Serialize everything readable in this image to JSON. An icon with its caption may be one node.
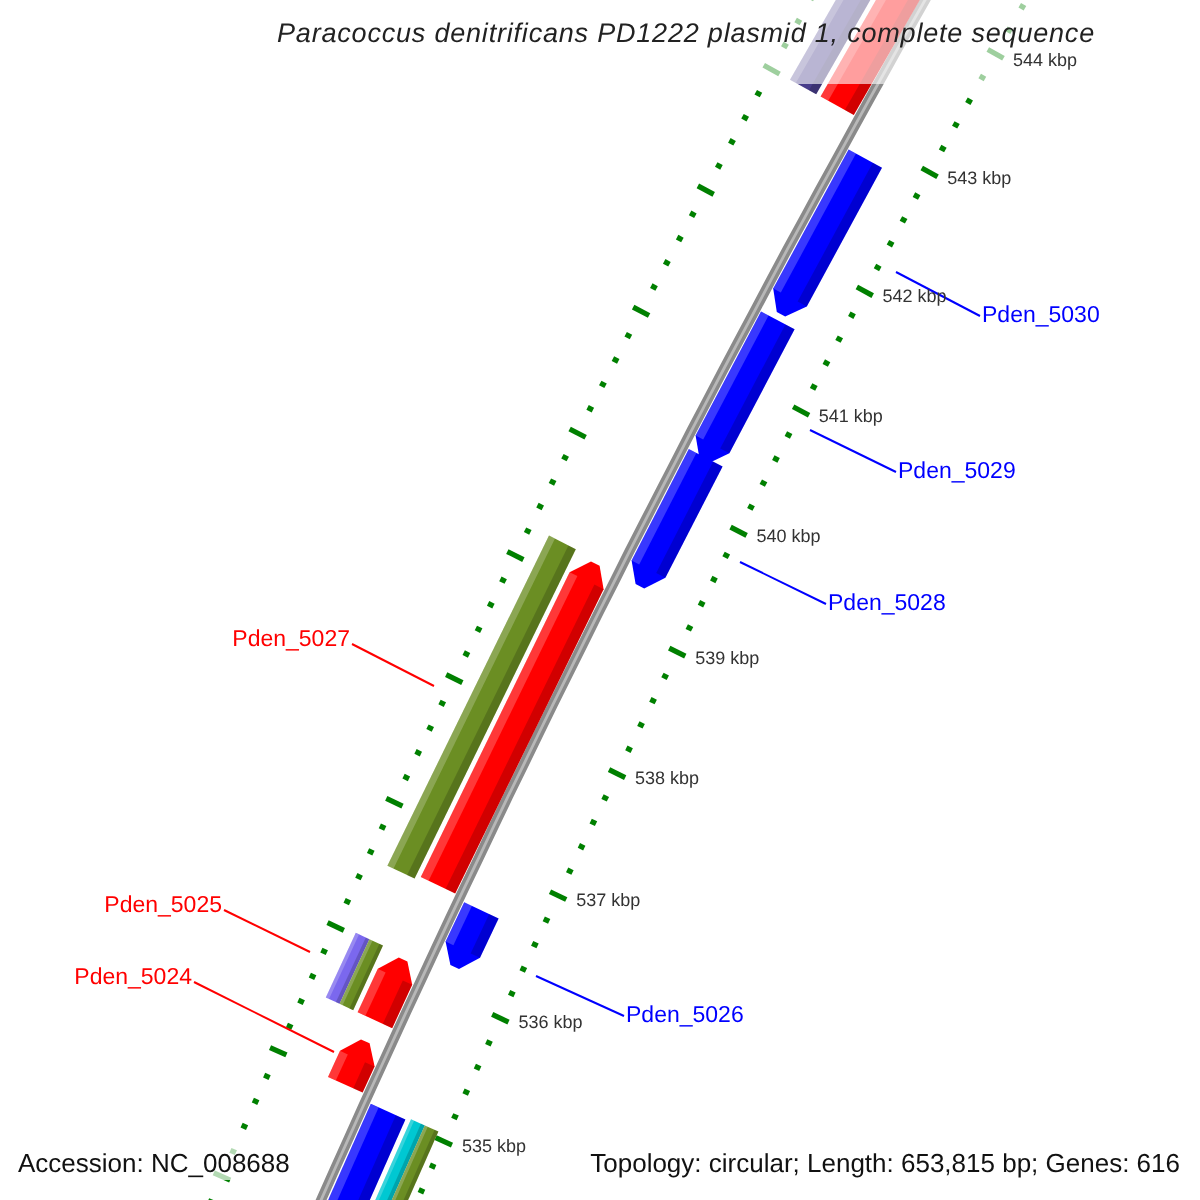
{
  "diagram": {
    "title": "Paracoccus denitrificans PD1222 plasmid 1, complete sequence",
    "nodes": [
      {
        "text": [
          "Pden_5030"
        ]
      },
      {
        "text": [
          "Pden_5029"
        ]
      },
      {
        "text": [
          "Pden_5028"
        ]
      },
      {
        "text": [
          "Pden_5027"
        ]
      },
      {
        "text": [
          "Pden_5025"
        ]
      },
      {
        "text": [
          "Pden_5024"
        ]
      },
      {
        "text": [
          "Pden_5026"
        ]
      },
      {
        "text": [],
        "shape": "bar"
      },
      {
        "text": [],
        "shape": "bar"
      },
      {
        "text": [],
        "shape": "bar"
      },
      {
        "text": [],
        "shape": "bar"
      },
      {
        "text": [],
        "shape": "bar"
      },
      {
        "text": [],
        "shape": "bar"
      },
      {
        "text": [],
        "shape": "bar"
      }
    ],
    "edges": [
      {
        "from": 0,
        "to": 7,
        "arrow": "none"
      },
      {
        "from": 1,
        "to": 8,
        "arrow": "none"
      },
      {
        "from": 2,
        "to": 9,
        "arrow": "none"
      },
      {
        "from": 3,
        "to": 10,
        "arrow": "none",
        "color": "#ff0000"
      },
      {
        "from": 4,
        "to": 12,
        "arrow": "none",
        "color": "#ff0000"
      },
      {
        "from": 5,
        "to": 13,
        "arrow": "none",
        "color": "#ff0000"
      },
      {
        "from": 6,
        "to": 11,
        "arrow": "none"
      }
    ],
    "labels": [
      "544 kbp",
      "543 kbp",
      "542 kbp",
      "541 kbp",
      "540 kbp",
      "539 kbp",
      "538 kbp",
      "537 kbp",
      "536 kbp",
      "535 kbp",
      "Accession: NC_008688",
      "Topology: circular; Length: 653,815 bp; Genes: 616"
    ]
  }
}
